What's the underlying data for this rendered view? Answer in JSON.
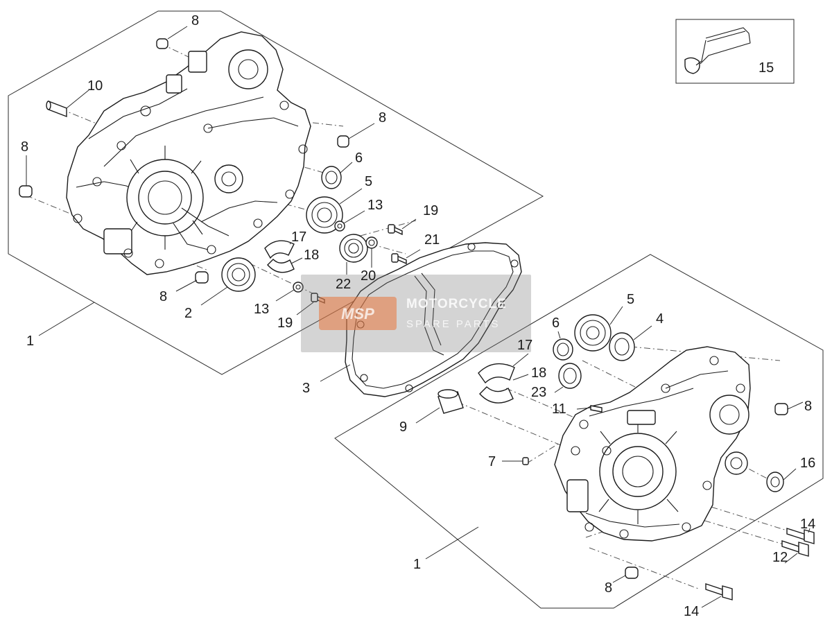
{
  "diagram": {
    "callouts": {
      "c8a": "8",
      "c10": "10",
      "c8b": "8",
      "c8c": "8",
      "c6a": "6",
      "c5a": "5",
      "c13a": "13",
      "c19a": "19",
      "c21": "21",
      "c17a": "17",
      "c18a": "18",
      "c20": "20",
      "c22": "22",
      "c8d": "8",
      "c2": "2",
      "c13b": "13",
      "c19b": "19",
      "c1a": "1",
      "c3": "3",
      "c15": "15",
      "c5b": "5",
      "c4": "4",
      "c6b": "6",
      "c17b": "17",
      "c18b": "18",
      "c23": "23",
      "c11": "11",
      "c9": "9",
      "c8e": "8",
      "c7": "7",
      "c16": "16",
      "c14a": "14",
      "c12": "12",
      "c1b": "1",
      "c8f": "8",
      "c14b": "14"
    },
    "watermark": {
      "logo": "MSP",
      "line1": "MOTORCYCLE",
      "line2": "SPARE PARTS"
    }
  }
}
